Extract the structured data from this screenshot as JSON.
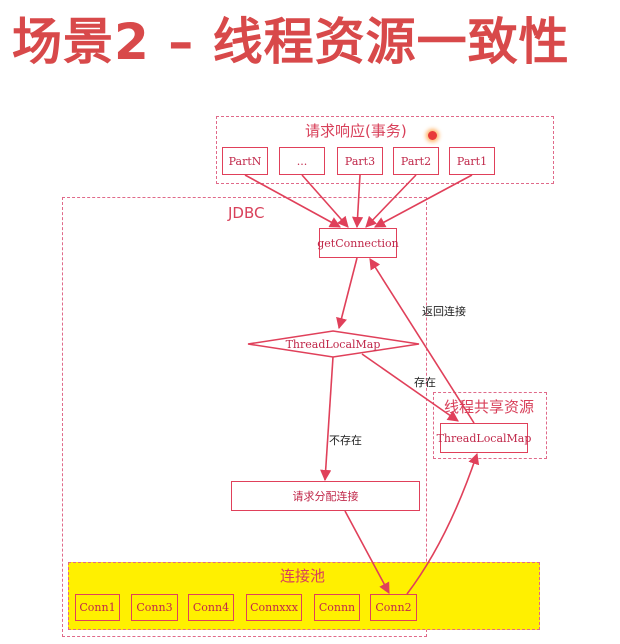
{
  "title": "场景2 – 线程资源一致性",
  "request": {
    "label": "请求响应(事务)",
    "parts": [
      "PartN",
      "...",
      "Part3",
      "Part2",
      "Part1"
    ]
  },
  "jdbc": {
    "label": "JDBC",
    "get_connection": "getConnection",
    "thread_local_map": "ThreadLocalMap",
    "request_alloc": "请求分配连接"
  },
  "shared": {
    "label": "线程共享资源",
    "thread_local_map": "ThreadLocalMap"
  },
  "pool": {
    "label": "连接池",
    "conns": [
      "Conn1",
      "Conn3",
      "Conn4",
      "Connxxx",
      "Connn",
      "Conn2"
    ]
  },
  "edges": {
    "return_conn": "返回连接",
    "exists": "存在",
    "not_exists": "不存在"
  },
  "colors": {
    "accent": "#e0405a",
    "title": "#d8494a",
    "pool_fill": "#fff000"
  }
}
